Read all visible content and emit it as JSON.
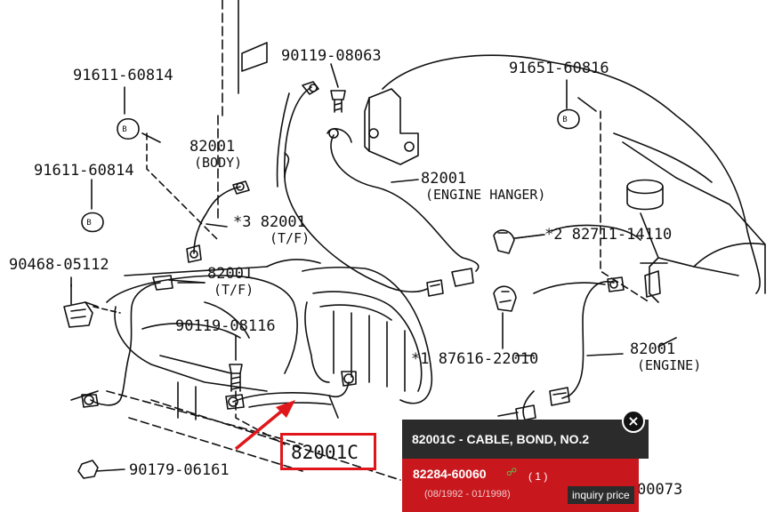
{
  "labels": {
    "p_9161160814_top": "91611-60814",
    "p_9161160814_mid": "91611-60814",
    "p_9011908063": "90119-08063",
    "p_9165160816": "91651-60816",
    "p_82001_body_num": "82001",
    "p_82001_body_sub": "(BODY)",
    "p_82001_hanger_num": "82001",
    "p_82001_hanger_sub": "(ENGINE HANGER)",
    "p_82001_tf1_num": "*3 82001",
    "p_82001_tf1_sub": "(T/F)",
    "p_8271114110": "*2 82711-14110",
    "p_9046805112": "90468-05112",
    "p_82001_tf2_num": "82001",
    "p_82001_tf2_sub": "(T/F)",
    "p_9011908116": "90119-08116",
    "p_8761622010": "*1 87616-22010",
    "p_82001_engine_num": "82001",
    "p_82001_engine_sub": "(ENGINE)",
    "p_9017906161": "90179-06161",
    "p_82001c": "82001C",
    "p_90464_tail": "00073"
  },
  "popup": {
    "title": "82001C - CABLE, BOND, NO.2",
    "part_number": "82284-60060",
    "quantity": "( 1 )",
    "dates": "(08/1992 - 01/1998)",
    "inquiry_label": "inquiry price",
    "close_label": "×"
  },
  "colors": {
    "highlight": "#e0161b",
    "popup_header": "#2b2b2b",
    "popup_body": "#c8181e",
    "part_icon": "#5dc64a"
  },
  "icons": [
    "close-icon",
    "arrow-icon",
    "link-icon"
  ]
}
